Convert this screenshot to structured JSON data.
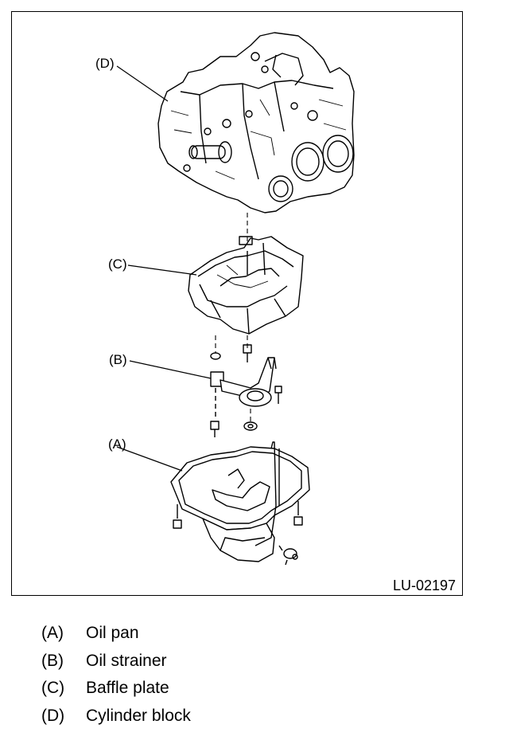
{
  "figure": {
    "id_label": "LU-02197",
    "callouts": [
      {
        "key": "(D)"
      },
      {
        "key": "(C)"
      },
      {
        "key": "(B)"
      },
      {
        "key": "(A)"
      }
    ]
  },
  "legend": [
    {
      "key": "(A)",
      "text": "Oil pan"
    },
    {
      "key": "(B)",
      "text": "Oil strainer"
    },
    {
      "key": "(C)",
      "text": "Baffle plate"
    },
    {
      "key": "(D)",
      "text": "Cylinder block"
    }
  ]
}
